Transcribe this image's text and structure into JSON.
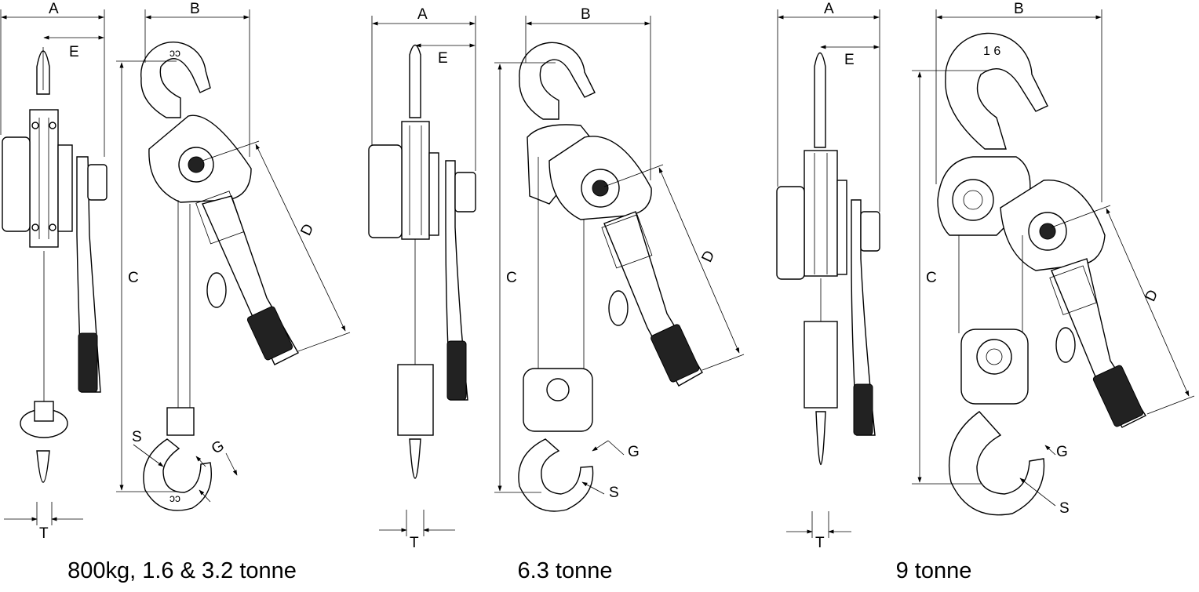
{
  "dimension_labels": {
    "a": "A",
    "b": "B",
    "c": "C",
    "d": "D",
    "e": "E",
    "t": "T",
    "g": "G",
    "s": "S"
  },
  "hook_markings": {
    "small": "ɔɔ",
    "large": "1 6"
  },
  "captions": [
    "800kg, 1.6 & 3.2 tonne",
    "6.3 tonne",
    "9 tonne"
  ]
}
